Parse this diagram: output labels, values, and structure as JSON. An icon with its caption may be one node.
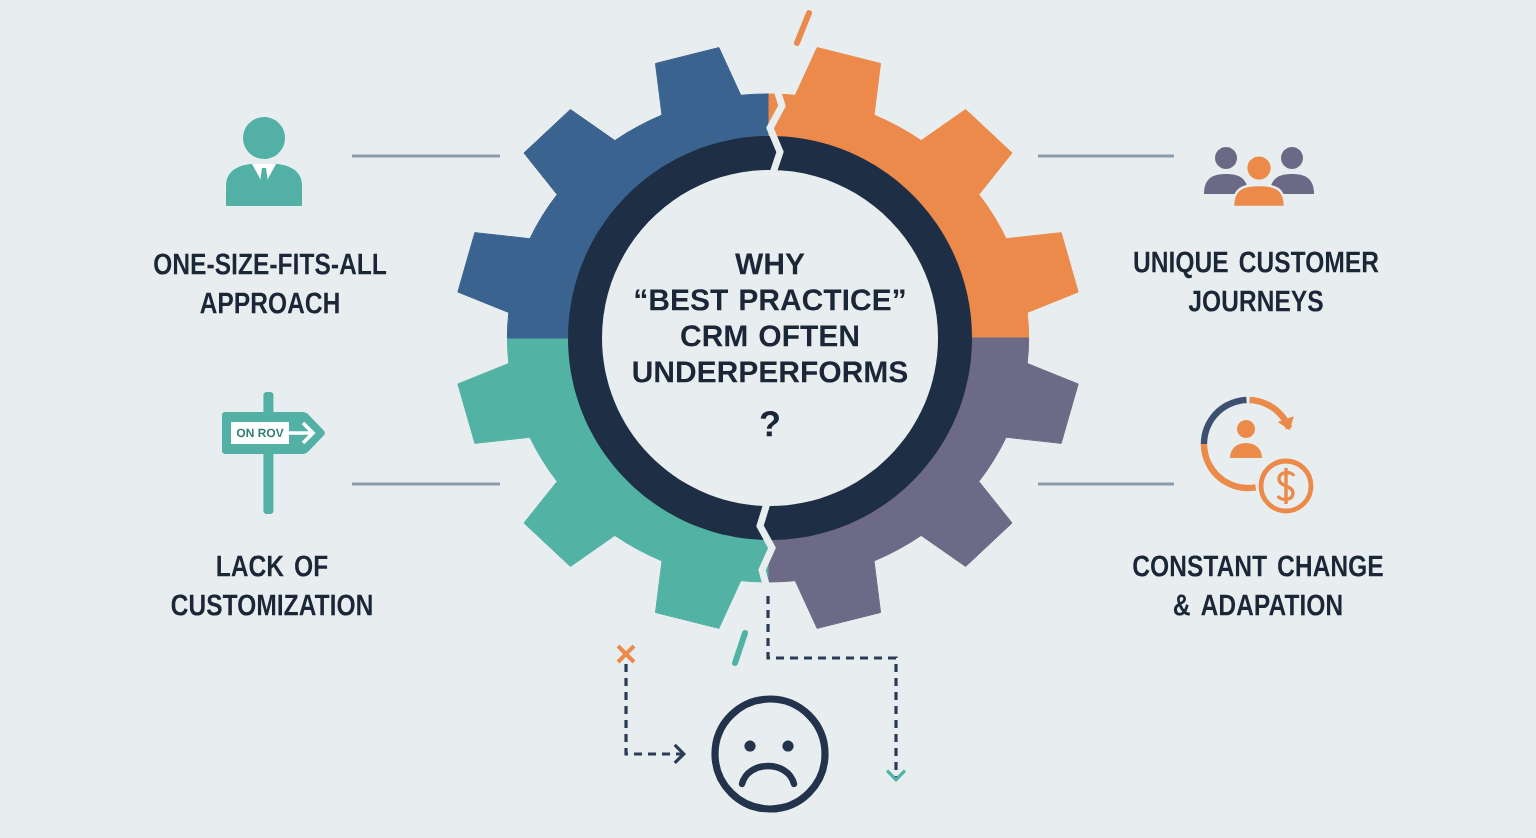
{
  "diagram": {
    "nodes": [
      {
        "text": [
          "WHY “BEST PRACTICE” CRM OFTEN UNDERPERFORMS",
          "?"
        ]
      },
      {
        "text": [
          "ONE-SIZE-FITS-ALL APPROACH"
        ]
      },
      {
        "text": [
          "UNIQUE CUSTOMER JOURNEYS"
        ]
      },
      {
        "text": [
          "LACK OF CUSTOMIZATION"
        ]
      },
      {
        "text": [
          "CONSTANT CHANGE & ADAPATION"
        ]
      },
      {
        "text": [],
        "shape": "cross"
      },
      {
        "text": [],
        "shape": "picture"
      }
    ],
    "edges": [
      {
        "from": 1,
        "to": 0,
        "arrow": "none"
      },
      {
        "from": 2,
        "to": 0,
        "arrow": "none"
      },
      {
        "from": 3,
        "to": 0,
        "arrow": "none"
      },
      {
        "from": 4,
        "to": 0,
        "arrow": "none"
      },
      {
        "from": 5,
        "to": 6,
        "arrow": "to",
        "style": "dashed",
        "color": "#2a3c55"
      },
      {
        "from": 0,
        "to": null,
        "arrow": "to",
        "style": "dashed",
        "color": "#2a3c55"
      }
    ],
    "labels": [
      "ON ROV"
    ]
  }
}
